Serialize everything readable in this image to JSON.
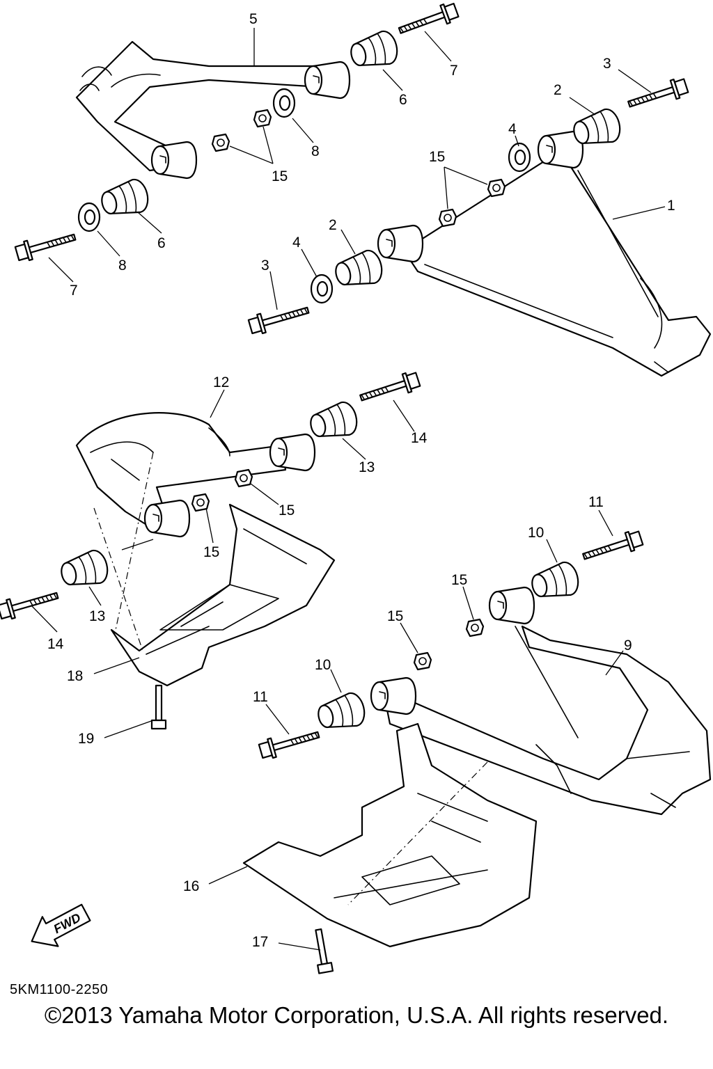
{
  "callouts": [
    {
      "id": "5"
    },
    {
      "id": "7"
    },
    {
      "id": "6"
    },
    {
      "id": "3"
    },
    {
      "id": "2"
    },
    {
      "id": "8"
    },
    {
      "id": "15"
    },
    {
      "id": "4"
    },
    {
      "id": "1"
    },
    {
      "id": "12"
    },
    {
      "id": "14"
    },
    {
      "id": "13"
    },
    {
      "id": "11"
    },
    {
      "id": "10"
    },
    {
      "id": "9"
    },
    {
      "id": "18"
    },
    {
      "id": "19"
    },
    {
      "id": "16"
    },
    {
      "id": "17"
    }
  ],
  "arrow": {
    "label": "FWD"
  },
  "footer": {
    "drawing_code": "5KM1100-2250",
    "copyright": "©2013 Yamaha Motor Corporation, U.S.A. All rights reserved."
  }
}
